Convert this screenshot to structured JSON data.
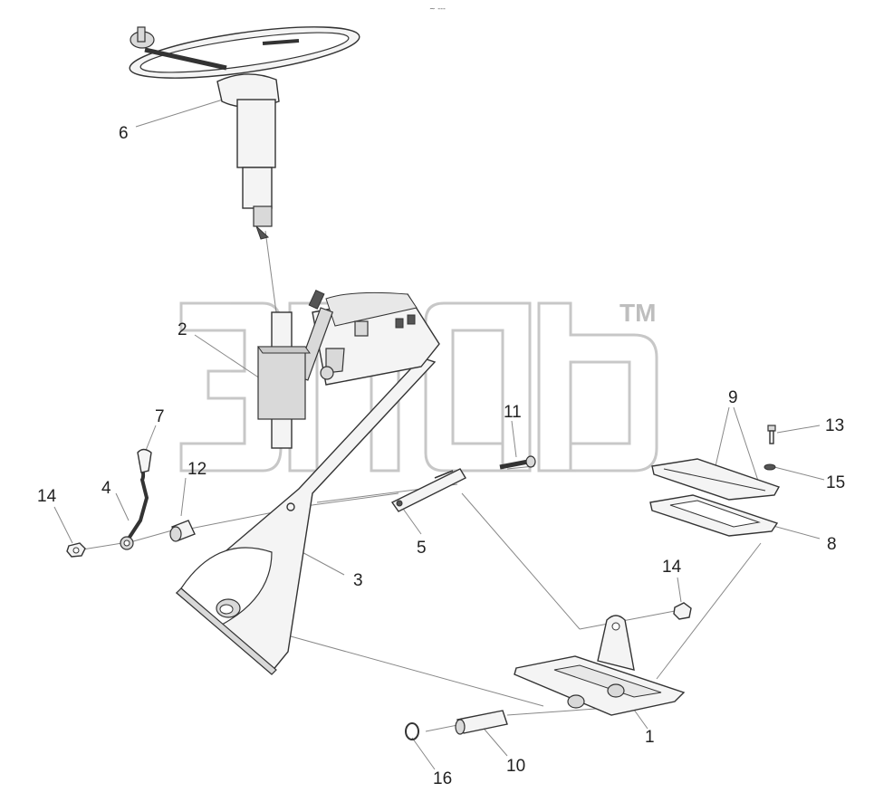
{
  "watermark": {
    "text": "ЭПФ",
    "tm": "TM"
  },
  "callouts": [
    "1",
    "2",
    "3",
    "4",
    "5",
    "6",
    "7",
    "8",
    "9",
    "10",
    "11",
    "12",
    "13",
    "14",
    "14",
    "15",
    "16"
  ],
  "top_mark": "~ ---"
}
